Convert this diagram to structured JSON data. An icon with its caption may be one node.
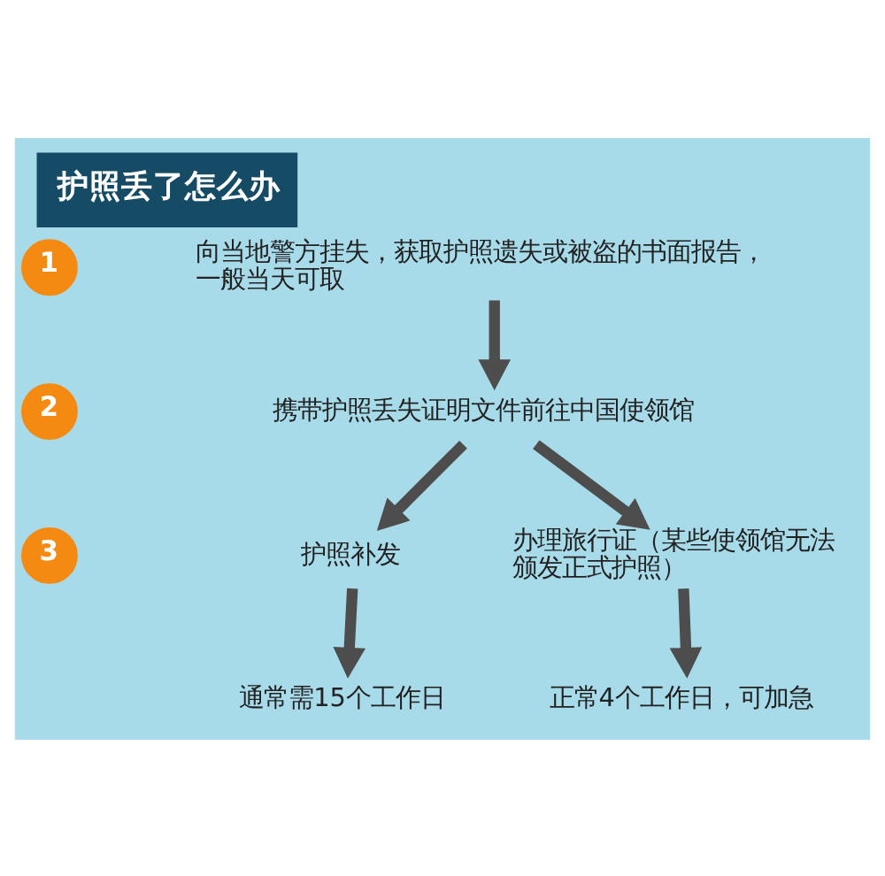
{
  "diagram": {
    "title": "护照丢了怎么办",
    "nodes": [
      {
        "text": [
          "1"
        ]
      },
      {
        "text": [
          "向当地警方挂失，获取护照遗失或被盗的书面报告，一般当天可取"
        ]
      },
      {
        "text": [
          "2"
        ]
      },
      {
        "text": [
          "携带护照丢失证明文件前往中国使领馆"
        ]
      },
      {
        "text": [
          "3"
        ]
      },
      {
        "text": [
          "护照补发"
        ]
      },
      {
        "text": [
          "办理旅行证（某些使领馆无法颁发正式护照）"
        ]
      },
      {
        "text": [
          "通常需15个工作日"
        ]
      },
      {
        "text": [
          "正常4个工作日，可加急"
        ]
      }
    ],
    "edges": [
      {
        "from": 1,
        "to": 3,
        "arrow": "to"
      },
      {
        "from": 3,
        "to": 5,
        "arrow": "to"
      },
      {
        "from": 3,
        "to": 6,
        "arrow": "to"
      },
      {
        "from": 5,
        "to": 7,
        "arrow": "to"
      },
      {
        "from": 6,
        "to": 8,
        "arrow": "to"
      }
    ]
  }
}
